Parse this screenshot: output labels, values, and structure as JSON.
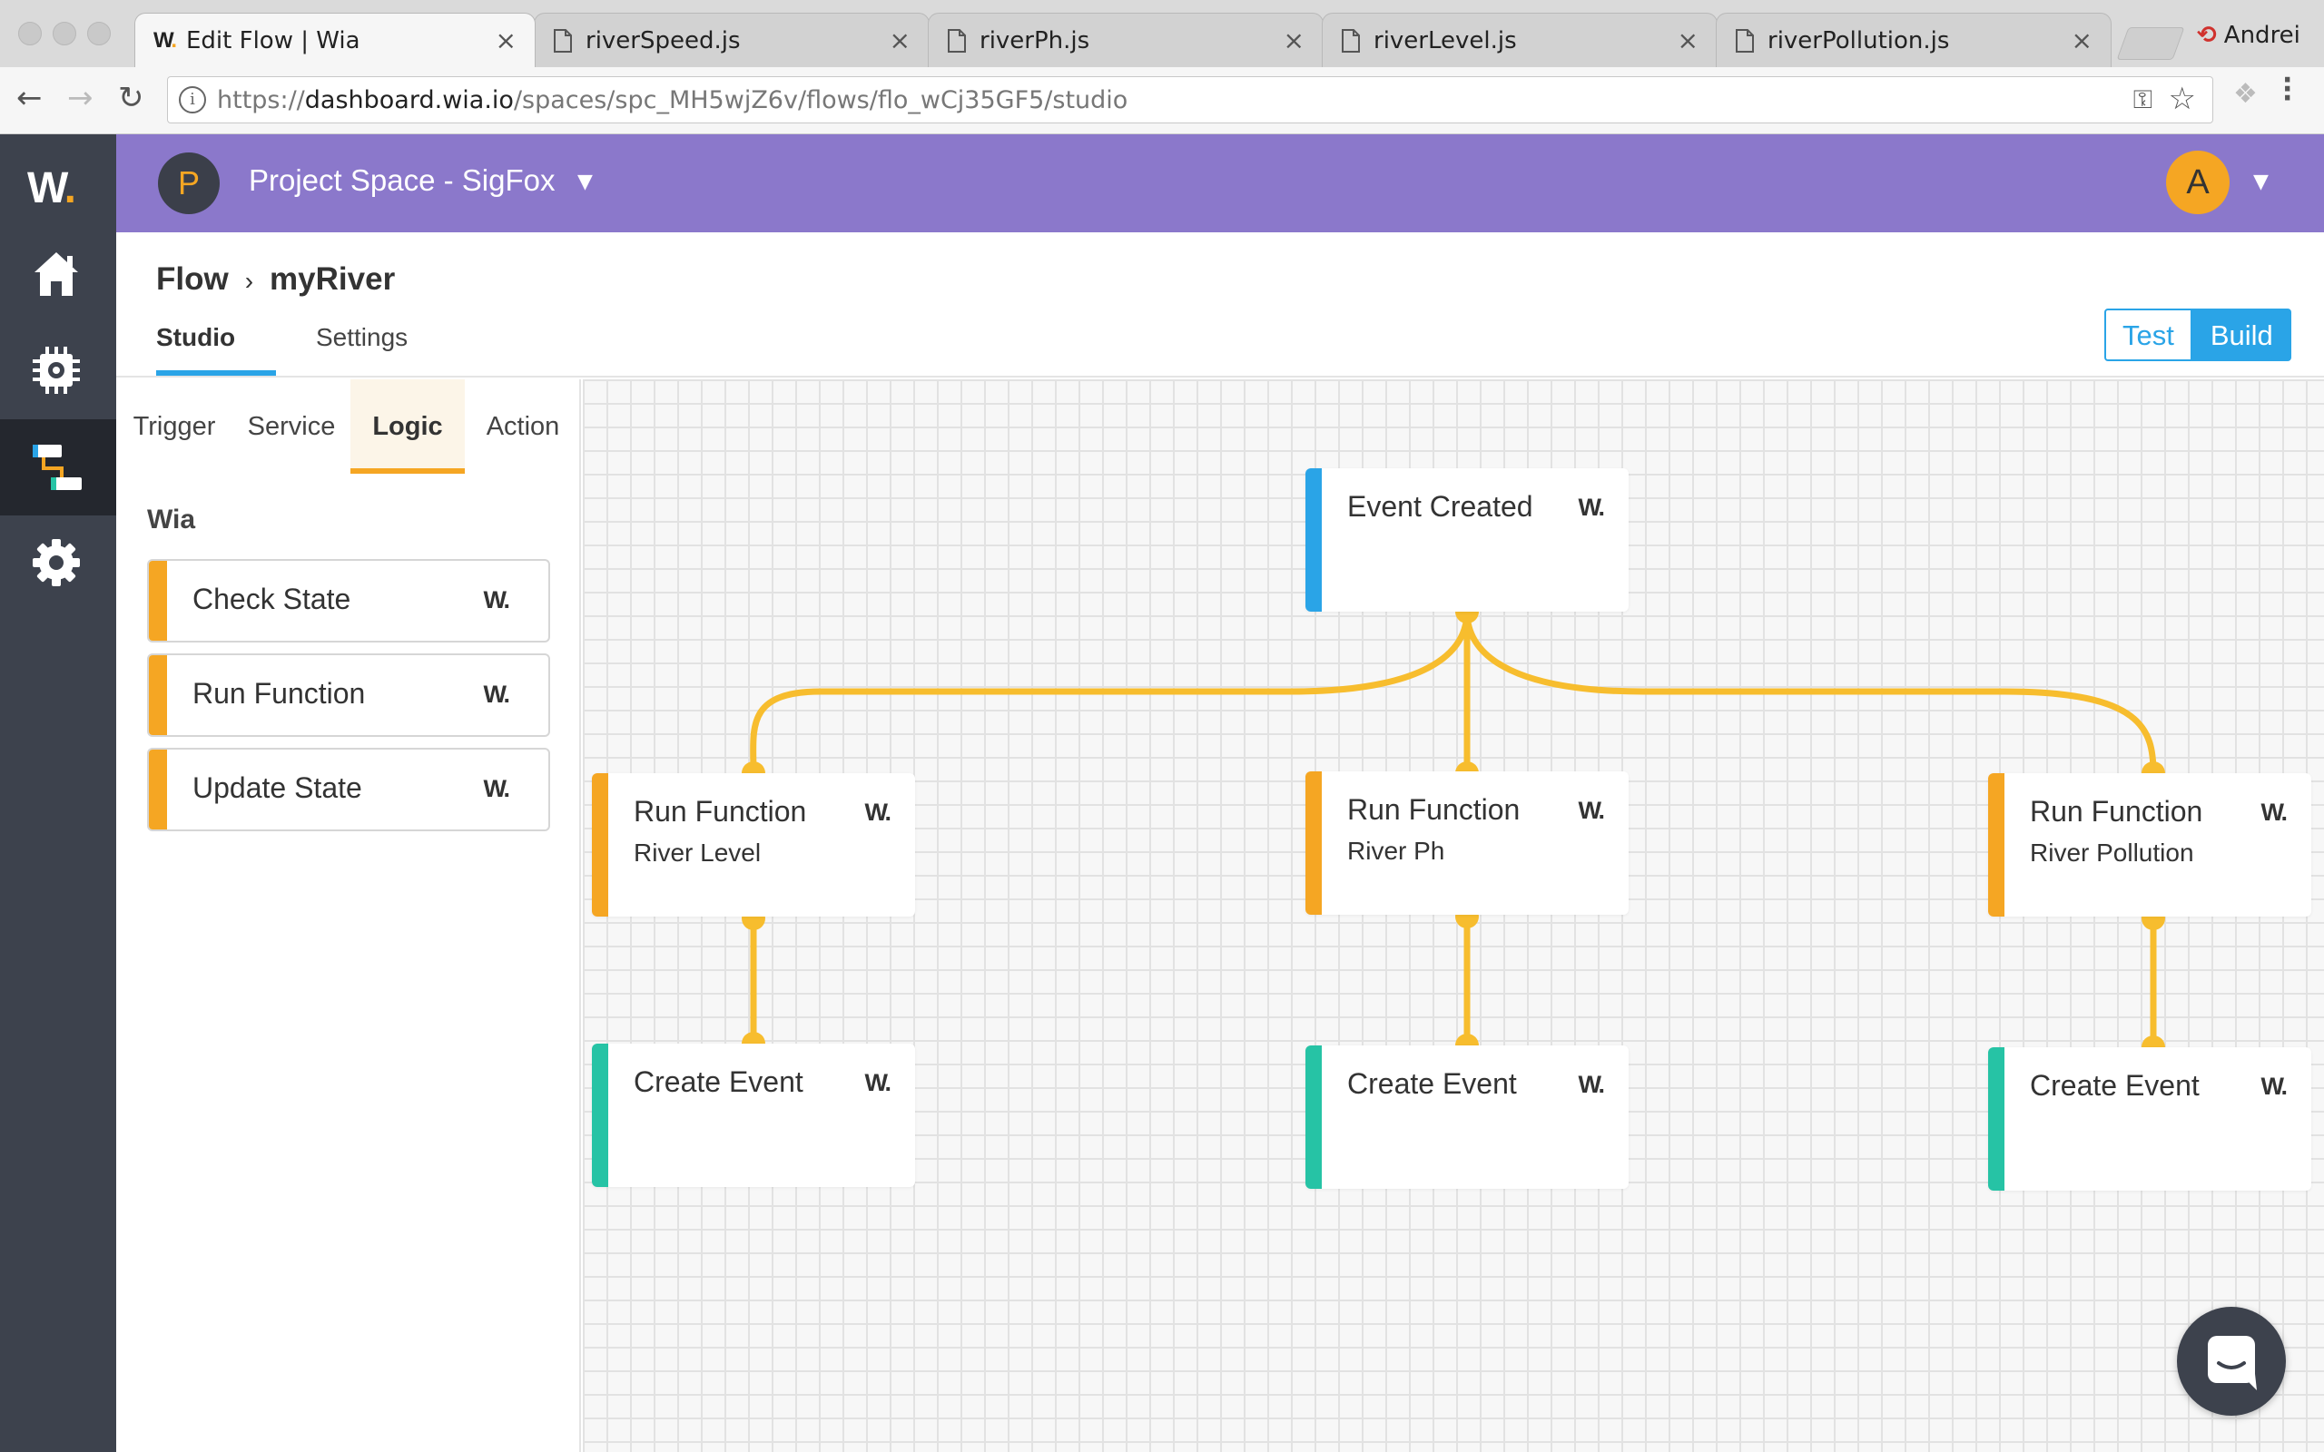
{
  "browser": {
    "tabs": [
      {
        "title": "Edit Flow | Wia",
        "active": true,
        "favicon": "wia-logo"
      },
      {
        "title": "riverSpeed.js",
        "active": false,
        "favicon": "file-icon"
      },
      {
        "title": "riverPh.js",
        "active": false,
        "favicon": "file-icon"
      },
      {
        "title": "riverLevel.js",
        "active": false,
        "favicon": "file-icon"
      },
      {
        "title": "riverPollution.js",
        "active": false,
        "favicon": "file-icon"
      }
    ],
    "profile_name": "Andrei",
    "url_prefix": "https://",
    "url_host": "dashboard.wia.io",
    "url_path": "/spaces/spc_MH5wjZ6v/flows/flo_wCj35GF5/studio"
  },
  "sidebar": {
    "logo": "W",
    "items": [
      {
        "name": "home",
        "icon": "home-icon"
      },
      {
        "name": "devices",
        "icon": "chip-icon"
      },
      {
        "name": "flows",
        "icon": "flow-icon",
        "active": true
      },
      {
        "name": "settings",
        "icon": "gear-icon"
      }
    ]
  },
  "header": {
    "space_initial": "P",
    "space_title": "Project Space - SigFox",
    "user_initial": "A"
  },
  "page": {
    "crumb_root": "Flow",
    "crumb_sep": "›",
    "crumb_current": "myRiver",
    "tabs": [
      {
        "label": "Studio",
        "active": true
      },
      {
        "label": "Settings",
        "active": false
      }
    ],
    "mode_test": "Test",
    "mode_build": "Build"
  },
  "panel": {
    "categories": [
      {
        "label": "Trigger",
        "active": false
      },
      {
        "label": "Service",
        "active": false
      },
      {
        "label": "Logic",
        "active": true
      },
      {
        "label": "Action",
        "active": false
      }
    ],
    "group_title": "Wia",
    "items": [
      {
        "label": "Check State",
        "logo": "W."
      },
      {
        "label": "Run Function",
        "logo": "W."
      },
      {
        "label": "Update State",
        "logo": "W."
      }
    ]
  },
  "flow": {
    "trigger": {
      "title": "Event Created",
      "color": "#2aa4e7"
    },
    "functions": [
      {
        "title": "Run Function",
        "subtitle": "River Level",
        "color": "#f5a623"
      },
      {
        "title": "Run Function",
        "subtitle": "River Ph",
        "color": "#f5a623"
      },
      {
        "title": "Run Function",
        "subtitle": "River Pollution",
        "color": "#f5a623"
      }
    ],
    "actions": [
      {
        "title": "Create Event",
        "color": "#26c3a5"
      },
      {
        "title": "Create Event",
        "color": "#26c3a5"
      },
      {
        "title": "Create Event",
        "color": "#26c3a5"
      }
    ],
    "node_logo": "W.",
    "wire_color": "#f7bd2e"
  },
  "colors": {
    "header_bg": "#8b78cb",
    "sidebar_bg": "#3d424d",
    "accent_blue": "#2aa4e7",
    "accent_orange": "#f5a623",
    "accent_teal": "#26c3a5"
  }
}
